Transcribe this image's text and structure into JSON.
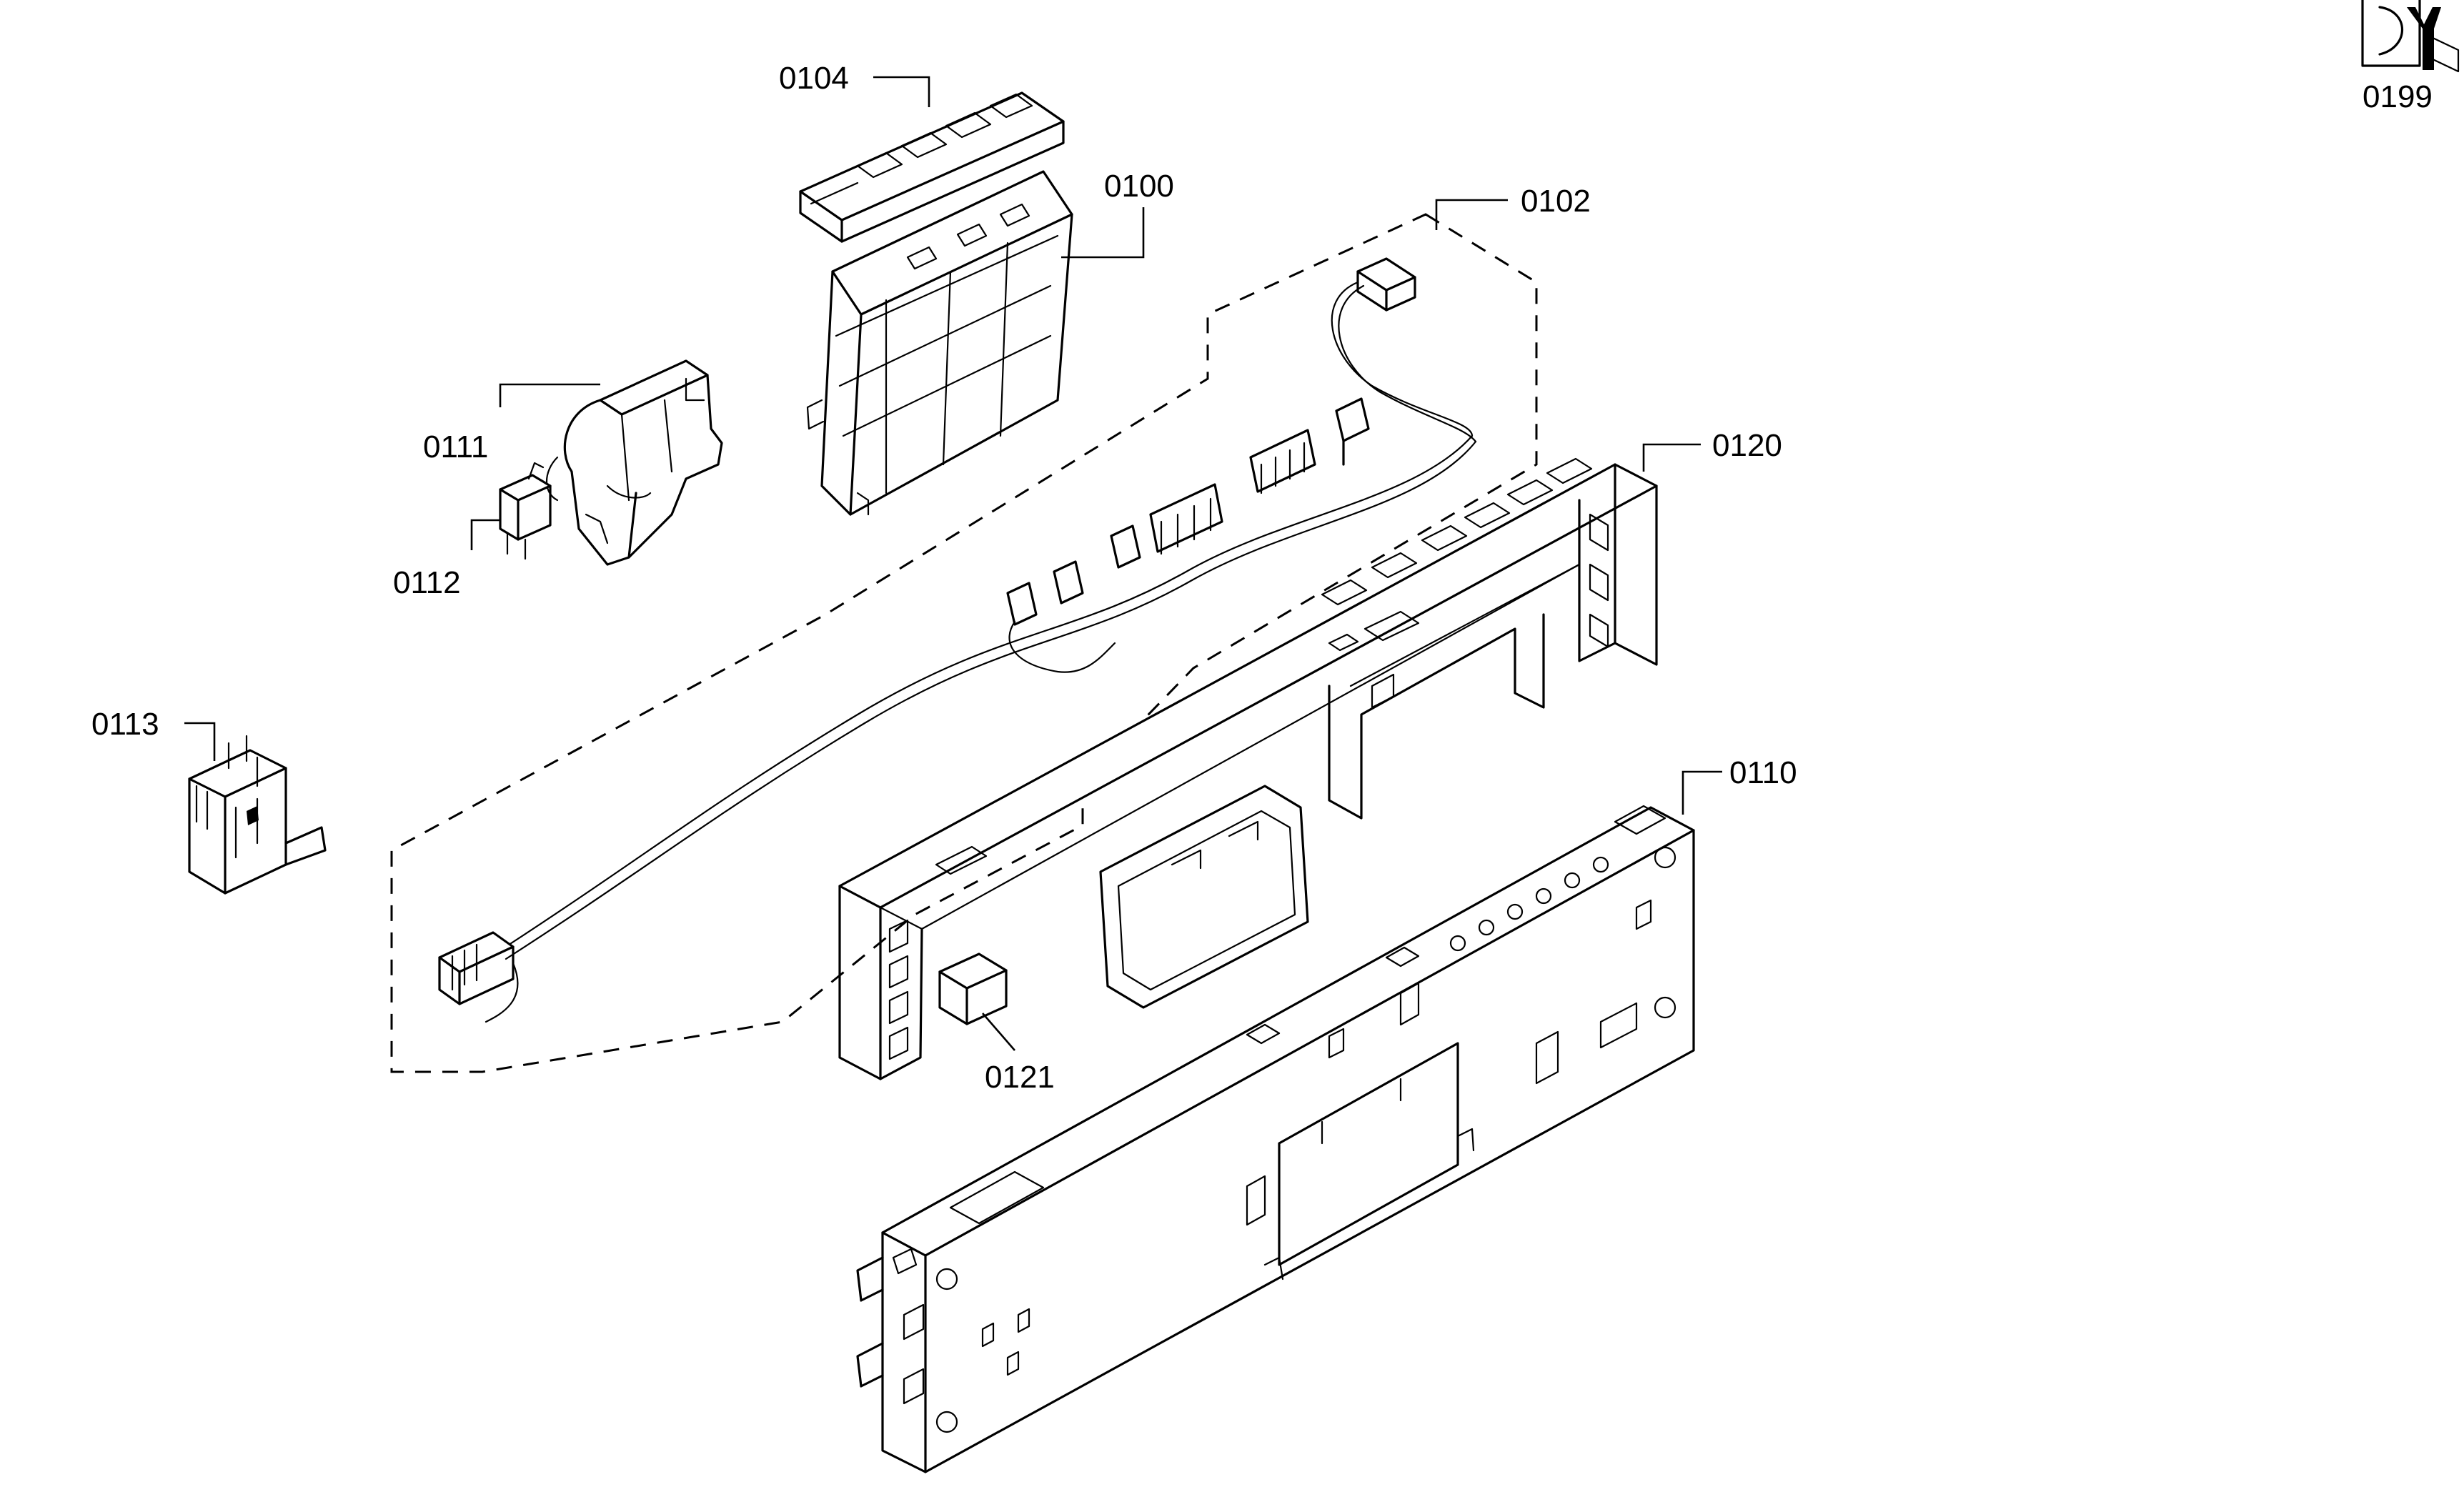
{
  "labels": {
    "p0104": "0104",
    "p0100": "0100",
    "p0102": "0102",
    "p0111": "0111",
    "p0112": "0112",
    "p0113": "0113",
    "p0120": "0120",
    "p0110": "0110",
    "p0121": "0121",
    "p0199": "0199"
  },
  "icons": {
    "service_kit": "wrench-kit-icon"
  },
  "colors": {
    "line": "#000000",
    "background": "#ffffff"
  }
}
